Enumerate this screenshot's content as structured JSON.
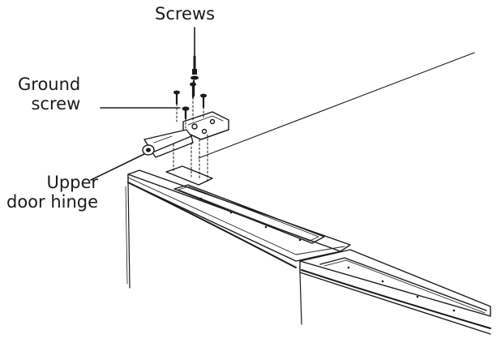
{
  "callouts": {
    "screws": "Screws",
    "ground_screw": [
      "Ground",
      "screw"
    ],
    "upper_door_hinge": [
      "Upper",
      "door hinge"
    ]
  },
  "colors": {
    "line": "#1a1a1a",
    "background": "#ffffff"
  }
}
